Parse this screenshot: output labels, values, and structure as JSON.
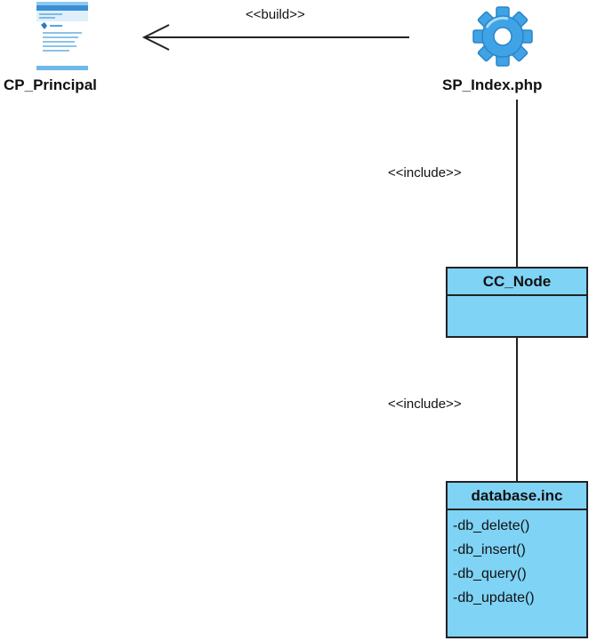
{
  "nodes": {
    "page": {
      "name": "CP_Principal",
      "icon": "web-page-icon"
    },
    "server_page": {
      "name": "SP_Index.php",
      "icon": "gear-icon"
    },
    "class_node": {
      "name": "CC_Node",
      "operations": []
    },
    "class_db": {
      "name": "database.inc",
      "operations": [
        "-db_delete()",
        "-db_insert()",
        "-db_query()",
        "-db_update()"
      ]
    }
  },
  "relations": {
    "build": "<<build>>",
    "include_1": "<<include>>",
    "include_2": "<<include>>"
  },
  "colors": {
    "class_fill": "#7fd3f5",
    "gear": "#3fa3e6",
    "line": "#222222"
  }
}
